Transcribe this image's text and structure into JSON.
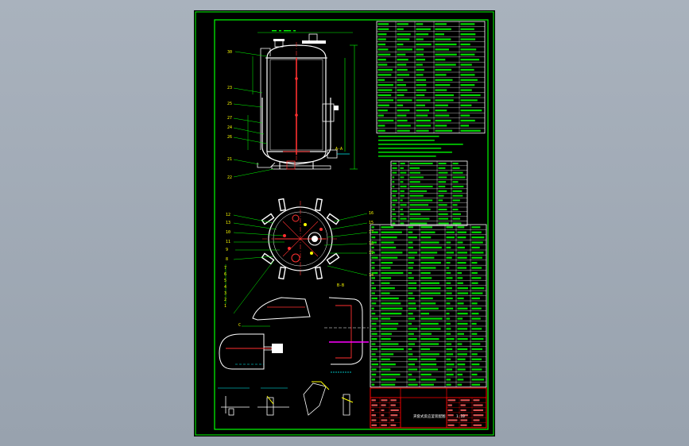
{
  "title_block": {
    "drawing_title": "夹套式反应釜装配图",
    "scale": "1:10"
  },
  "leaders": {
    "left_elevation": [
      "30",
      "23",
      "25",
      "27",
      "24",
      "26",
      "21",
      "22"
    ],
    "left_plan": [
      "12",
      "13",
      "10",
      "11",
      "9",
      "8",
      "7",
      "6",
      "5",
      "4",
      "3",
      "2",
      "1"
    ],
    "right_plan": [
      "16",
      "15",
      "17",
      "18",
      "19",
      "14"
    ]
  },
  "section_labels": {
    "section_a": "A-A",
    "section_b": "B-B",
    "view_c": "C"
  },
  "colors": {
    "paper": "#000000",
    "frame": "#00ff00",
    "outline": "#ffffff",
    "red": "#ff3030",
    "yellow": "#ffff00",
    "magenta": "#ff00ff",
    "cyan": "#00ffff",
    "title_red": "#ff0000"
  }
}
